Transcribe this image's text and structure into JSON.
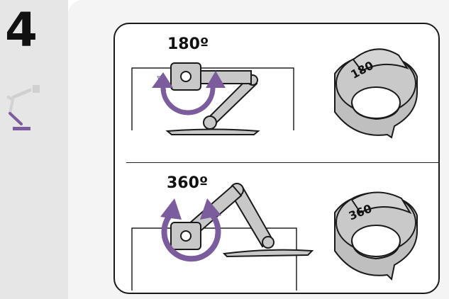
{
  "step": {
    "number": "4"
  },
  "options": [
    {
      "angle_label": "180º",
      "collar_label": "180"
    },
    {
      "angle_label": "360º",
      "collar_label": "360"
    }
  ],
  "colors": {
    "accent": "#7b5c9c",
    "sidebar_bg": "#e6e6e6",
    "panel_bg": "#f4f4f4",
    "part_fill": "#c8c8c8",
    "outline": "#1a1a1a"
  },
  "icons": {
    "sidebar": "monitor-arm-icon",
    "rotation": "rotation-arrows-icon",
    "collar": "rotation-collar-icon"
  }
}
